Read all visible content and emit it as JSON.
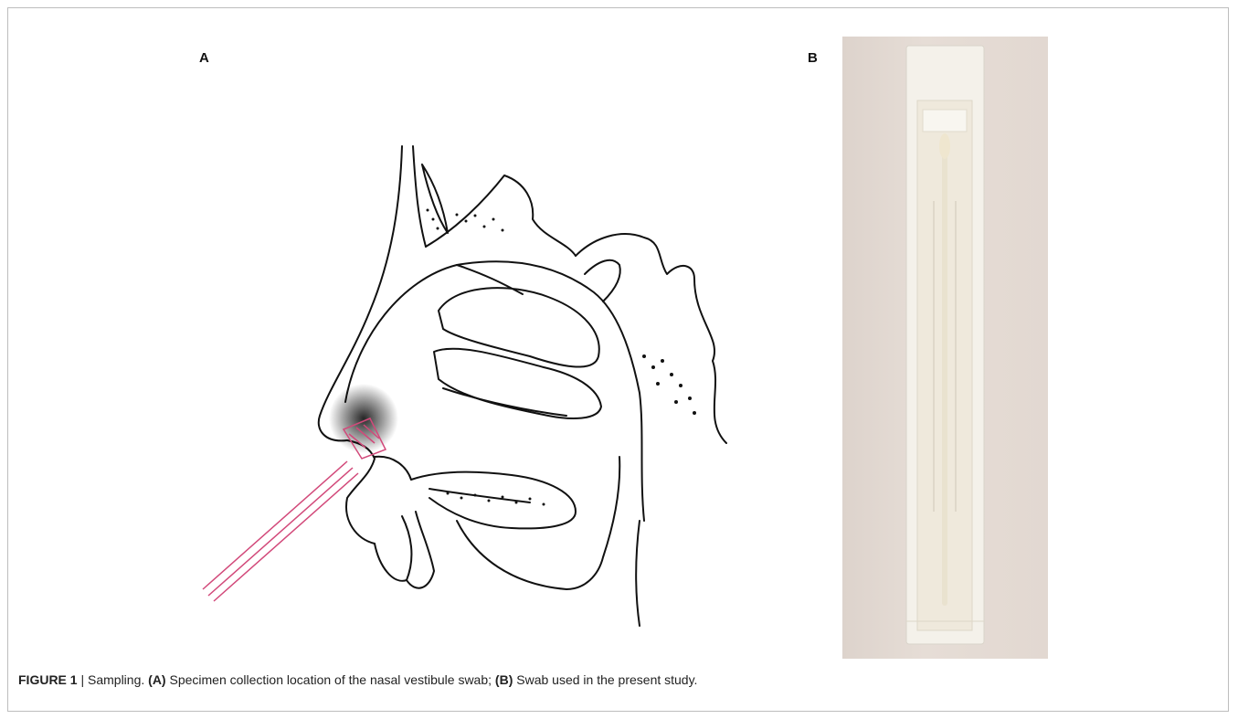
{
  "figure": {
    "panel_a_label": "A",
    "panel_b_label": "B",
    "caption": {
      "figure_number": "FIGURE 1",
      "separator": " | ",
      "title": "Sampling. ",
      "part_a_tag": "(A)",
      "part_a_text": " Specimen collection location of the nasal vestibule swab; ",
      "part_b_tag": "(B)",
      "part_b_text": " Swab used in the present study."
    }
  },
  "colors": {
    "ink": "#111111",
    "swab_pink": "#d2497a",
    "photo_background": "#e2d8d1",
    "package_paper": "#f4f1ea"
  }
}
